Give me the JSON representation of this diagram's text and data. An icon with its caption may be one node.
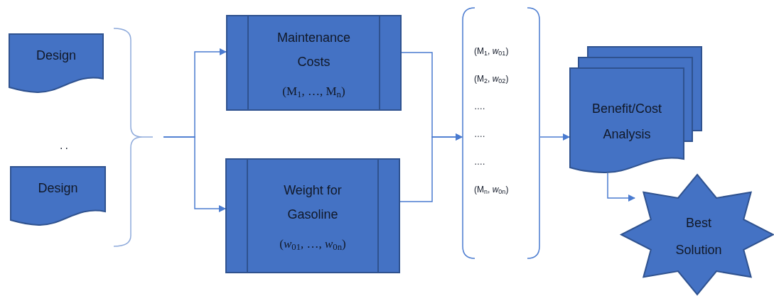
{
  "diagram": {
    "nodes": [
      {
        "text": [
          "Design"
        ]
      },
      {
        "text": [
          "Design"
        ]
      },
      {
        "text": [
          "Maintenance Costs",
          "(M$_{1}$, …, M$_{n}$)"
        ]
      },
      {
        "text": [
          "Weight for Gasoline",
          "(*w*$_{01}$, …, *w*$_{0n}$)"
        ]
      },
      {
        "text": [
          "(M$_{1}$, *w*$_{01}$)",
          "(M$_{2}$, *w*$_{02}$)",
          "….",
          "….",
          "….",
          "(M$_{n}$, *w*$_{0n}$)"
        ]
      },
      {
        "text": [
          "Benefit/Cost Analysis"
        ]
      },
      {
        "text": [
          "Best Solution"
        ]
      }
    ],
    "edges": [
      {
        "from": null,
        "to": 2,
        "arrow": "to"
      },
      {
        "from": null,
        "to": 3,
        "arrow": "to"
      },
      {
        "from": 2,
        "to": 4,
        "arrow": "to"
      },
      {
        "from": 3,
        "to": 4,
        "arrow": "to"
      },
      {
        "from": 4,
        "to": 5,
        "arrow": "to"
      },
      {
        "from": 5,
        "to": 6,
        "arrow": "to"
      }
    ],
    "labels": [
      ".."
    ]
  }
}
